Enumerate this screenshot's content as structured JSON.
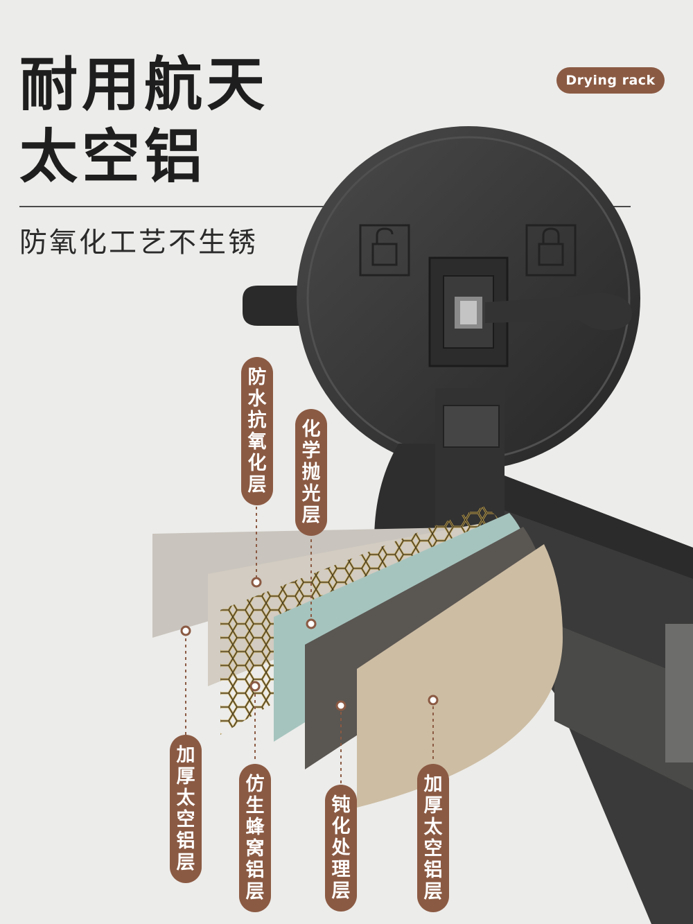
{
  "header": {
    "title_line1": "耐用航天",
    "title_line2": "太空铝",
    "subtitle": "防氧化工艺不生锈",
    "badge": "Drying rack"
  },
  "layers": [
    {
      "id": "waterproof",
      "label": "防水抗氧化层"
    },
    {
      "id": "chemical-polish",
      "label": "化学抛光层"
    },
    {
      "id": "thick-aluminum-left",
      "label": "加厚太空铝层"
    },
    {
      "id": "honeycomb",
      "label": "仿生蜂窝铝层"
    },
    {
      "id": "passivation",
      "label": "钝化处理层"
    },
    {
      "id": "thick-aluminum-right",
      "label": "加厚太空铝层"
    }
  ],
  "colors": {
    "accent": "#8b5a43",
    "background": "#ececea",
    "suction_cup": "#363636",
    "layer_outer": "#c9c4bd",
    "layer_mid": "#d2ccc2",
    "layer_teal": "#a6c4be",
    "layer_dark": "#5a5652",
    "layer_beige": "#cdbda3"
  },
  "icons": [
    "lock-open-icon",
    "lock-closed-icon",
    "clamp-lever-icon",
    "honeycomb-mesh-icon"
  ]
}
